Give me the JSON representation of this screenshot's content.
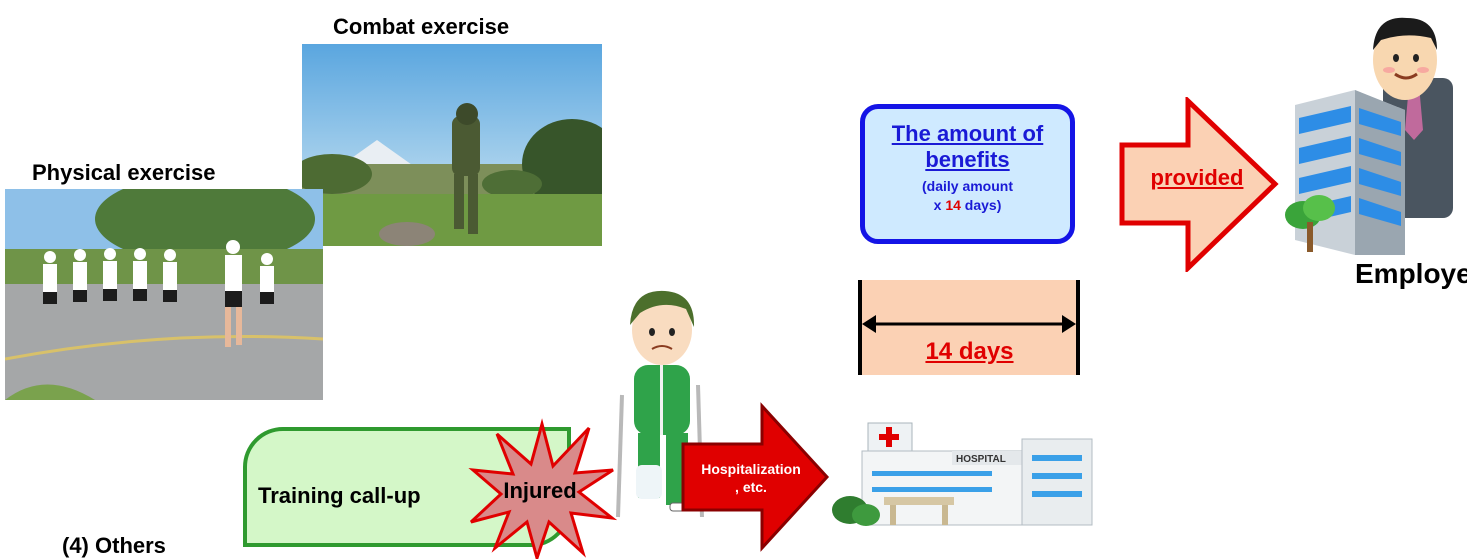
{
  "photos": {
    "combat_caption": "Combat exercise",
    "physical_caption": "Physical exercise"
  },
  "benefit_box": {
    "title_line1": "The amount of",
    "title_line2": "benefits",
    "sub_line1": "(daily amount",
    "sub_prefix": "x",
    "sub_number": "14",
    "sub_suffix": "days)"
  },
  "days": {
    "label": "14 days"
  },
  "arrow_provided": {
    "label": "provided"
  },
  "employer": {
    "label": "Employer"
  },
  "training": {
    "label": "Training call-up"
  },
  "injured": {
    "label": "Injured"
  },
  "hospitalization": {
    "line1": "Hospitalization",
    "line2": ", etc."
  },
  "hospital": {
    "sign": "HOSPITAL"
  },
  "section": {
    "label": "(4) Others"
  },
  "colors": {
    "blue_border": "#1414e6",
    "red": "#e00000",
    "green_border": "#2f9a2f",
    "peach": "#fbd1b4"
  }
}
